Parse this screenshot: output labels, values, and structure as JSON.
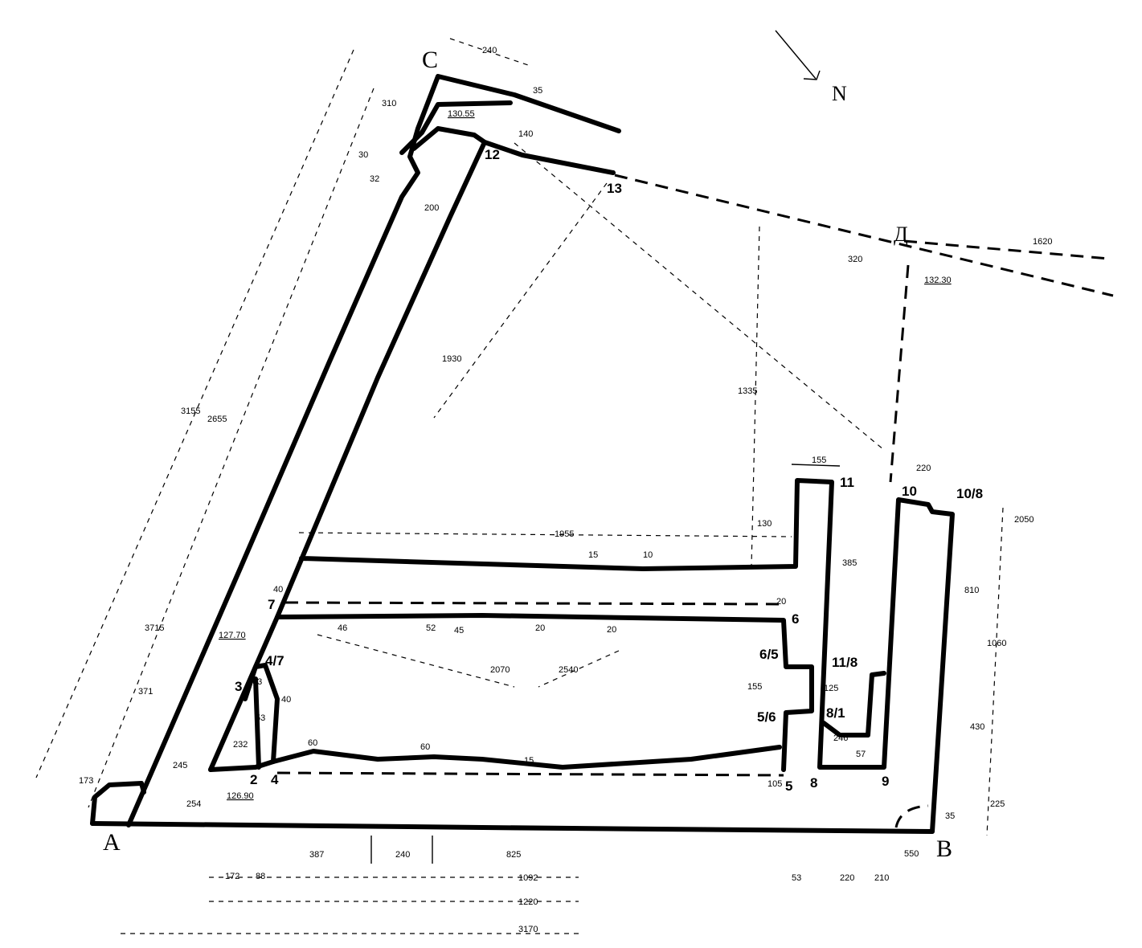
{
  "corners": {
    "A": "A",
    "B": "B",
    "C": "C",
    "D": "Д",
    "north": "N"
  },
  "points": [
    "12",
    "13",
    "11",
    "10",
    "10/8",
    "7",
    "6",
    "4/7",
    "6/5",
    "11/8",
    "5/6",
    "8/1",
    "3",
    "2",
    "4",
    "5",
    "8",
    "9"
  ],
  "dimensions": [
    "240",
    "35",
    "310",
    "30",
    "32",
    "130.55",
    "140",
    "200",
    "1620",
    "320",
    "132.30",
    "1930",
    "1335",
    "3155",
    "2655",
    "155",
    "220",
    "2050",
    "130",
    "1955",
    "385",
    "15",
    "10",
    "810",
    "40",
    "127.70",
    "46",
    "52",
    "45",
    "20",
    "20",
    "20",
    "1060",
    "3715",
    "2070",
    "2540",
    "63",
    "40",
    "53",
    "155",
    "125",
    "371",
    "232",
    "246",
    "57",
    "430",
    "60",
    "60",
    "15",
    "245",
    "173",
    "254",
    "126.90",
    "105",
    "35",
    "225",
    "387",
    "240",
    "825",
    "550",
    "172",
    "88",
    "1092",
    "53",
    "220",
    "210",
    "1220",
    "3170"
  ]
}
